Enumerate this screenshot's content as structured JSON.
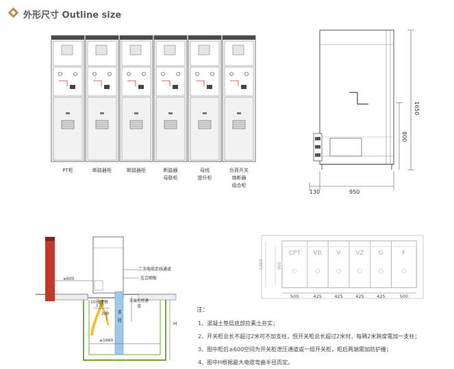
{
  "header": {
    "title": "外形尺寸 Outline size"
  },
  "cabinets": [
    {
      "line1": "PT柜",
      "line2": "",
      "line3": ""
    },
    {
      "line1": "断路器柜",
      "line2": "",
      "line3": ""
    },
    {
      "line1": "断路器柜",
      "line2": "",
      "line3": ""
    },
    {
      "line1": "断路器",
      "line2": "母联柜",
      "line3": ""
    },
    {
      "line1": "母线",
      "line2": "提升柜",
      "line3": ""
    },
    {
      "line1": "负荷开关",
      "line2": "熔断器",
      "line3": "组合柜"
    }
  ],
  "side_view": {
    "dim_width": "950",
    "dim_depth": "130",
    "dim_height": "1650",
    "dim_mid": "800"
  },
  "floor_plan": {
    "depth_outer": "1200",
    "depth_inner": "900",
    "cells": [
      "CPT",
      "VB",
      "V",
      "VZ",
      "G",
      "F"
    ],
    "widths": [
      "500",
      "425",
      "425",
      "425",
      "425",
      "500"
    ]
  },
  "trench": {
    "label_cable_channel": "二次电缆走线通道",
    "label_steel": "左边钢板",
    "label_channel_steel": "10号槽钢",
    "label_walk": "安装检修通道",
    "label_pillar": "支柱",
    "dim_600": "≥600",
    "dim_170": "170",
    "dim_290": "290",
    "dim_1660": "≥1660",
    "dim_H": "H"
  },
  "notes": {
    "heading": "注：",
    "items": [
      "1、混凝土垫层底部应素土夯实；",
      "2、开关柜总长不超过2米可不加支柱，但开关柜总长超过2米时，每隔2米跨度需加一支柱；",
      "3、图中柜后≥600空间为开关柜泄压通道或一组开关柜，柜后两端需加防护栅；",
      "4、图中H根据最大电缆弯曲半径而定。"
    ]
  }
}
